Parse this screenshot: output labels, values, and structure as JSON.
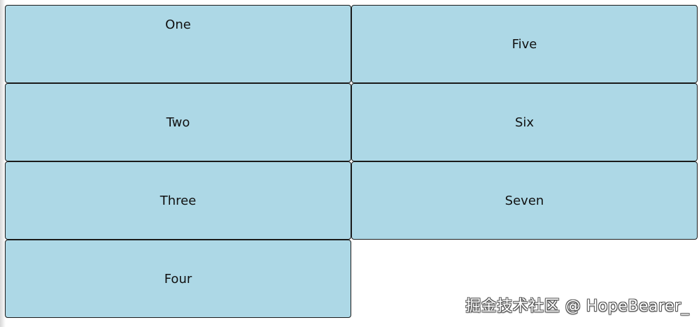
{
  "boxes": [
    {
      "label": "One"
    },
    {
      "label": "Two"
    },
    {
      "label": "Three"
    },
    {
      "label": "Four"
    },
    {
      "label": "Five"
    },
    {
      "label": "Six"
    },
    {
      "label": "Seven"
    }
  ],
  "watermark": "掘金技术社区 @ HopeBearer_",
  "colors": {
    "box_background": "#add8e6",
    "box_border": "#1a1a1a",
    "page_background": "#ffffff"
  }
}
